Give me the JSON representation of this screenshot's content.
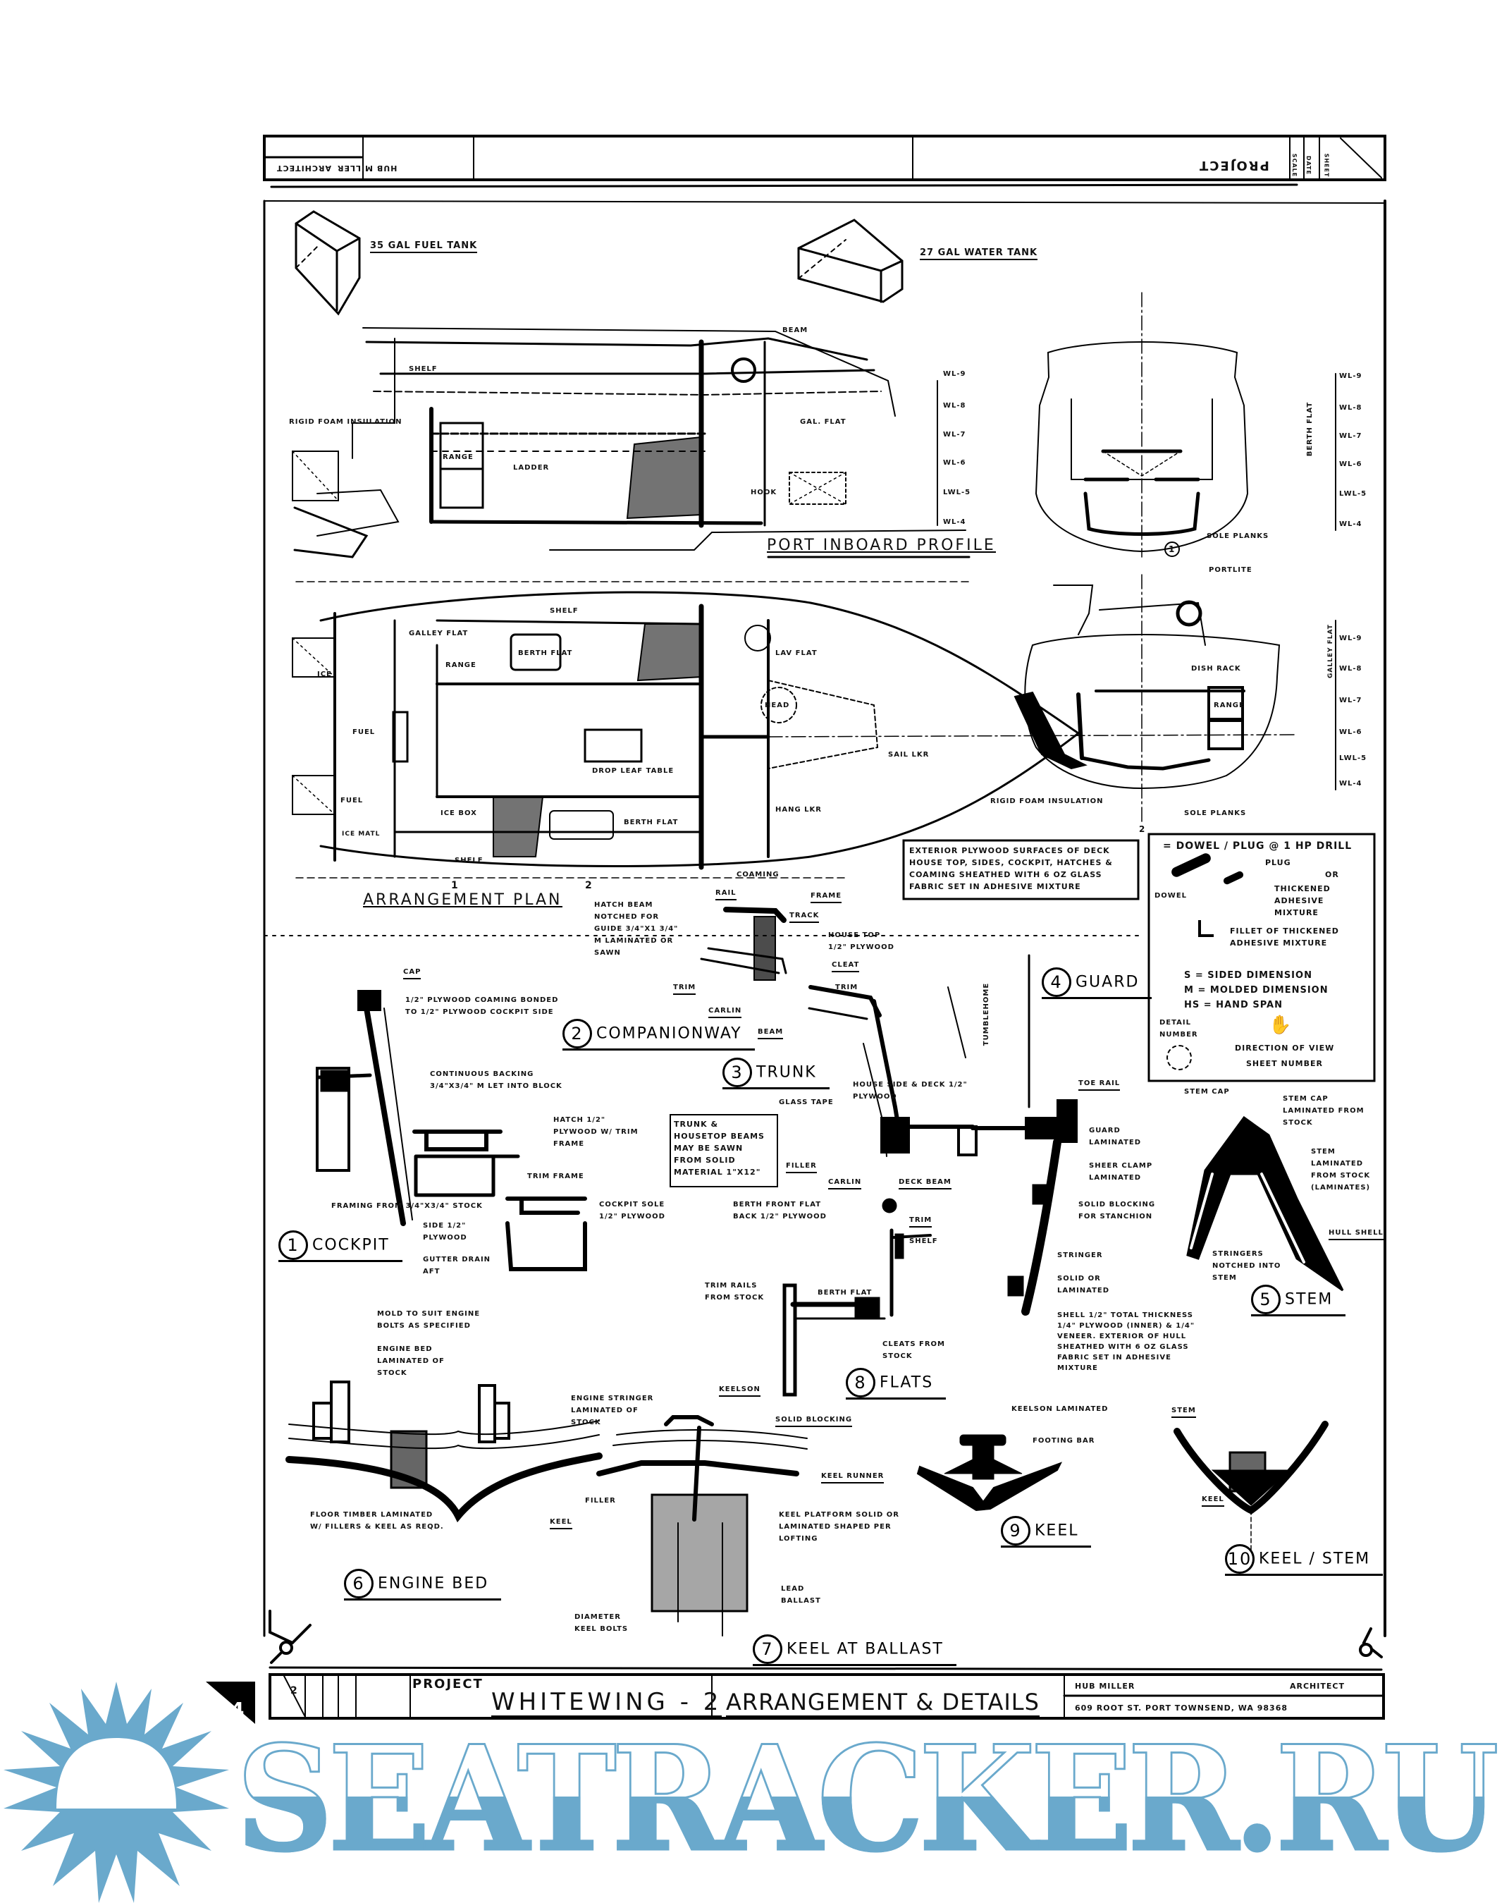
{
  "top_title_block": {
    "architect_label": "ARCHITECT",
    "designer_name": "HUB MILLER",
    "project_label": "PROJECT",
    "scale_label": "SCALE",
    "date_label": "DATE",
    "sheet_label": "SHEET"
  },
  "tanks": {
    "fuel_tank": "35 GAL FUEL TANK",
    "water_tank": "27 GAL WATER TANK"
  },
  "profile": {
    "title": "PORT INBOARD PROFILE",
    "labels": [
      "RIGID FOAM INSULATION",
      "RANGE",
      "LADDER",
      "SHELF",
      "HOOK",
      "GAL. FLAT",
      "BEAM"
    ],
    "waterlines_left": [
      "WL-9",
      "WL-8",
      "WL-7",
      "WL-6",
      "LWL-5",
      "WL-4"
    ],
    "waterlines_right": [
      "WL-9",
      "WL-8",
      "WL-7",
      "WL-6",
      "LWL-5",
      "WL-4"
    ],
    "section_1_note": "SOLE PLANKS",
    "section_1_number": "1",
    "berth_flat_label": "BERTH FLAT",
    "portlight_label": "PORTLITE"
  },
  "plan": {
    "title": "ARRANGEMENT PLAN",
    "labels": [
      "GALLEY FLAT",
      "BERTH FLAT",
      "BERTH FLAT",
      "SHELF",
      "SHELF",
      "RANGE",
      "ICE",
      "FUEL",
      "FUEL",
      "ICE BOX",
      "ICE MATL",
      "DROP LEAF TABLE",
      "SAIL LKR",
      "HANG LKR",
      "LAV FLAT",
      "HEAD"
    ],
    "section_marks": [
      "1",
      "2"
    ],
    "section_2_labels": [
      "RIGID FOAM INSULATION",
      "SOLE PLANKS",
      "RANGE",
      "GALLEY FLAT",
      "DISH RACK"
    ],
    "section_2_number": "2"
  },
  "notes": {
    "exterior_plywood": "EXTERIOR PLYWOOD SURFACES OF DECK HOUSE TOP, SIDES, COCKPIT, HATCHES & COAMING SHEATHED WITH 6 OZ GLASS FABRIC SET IN ADHESIVE MIXTURE",
    "trunk_note": "TRUNK & HOUSETOP BEAMS MAY BE SAWN FROM SOLID MATERIAL 1\"x12\""
  },
  "legend": {
    "dowel": "= DOWEL / PLUG @ 1 HP DRILL",
    "plug": "PLUG",
    "or": "OR",
    "thickened": "THICKENED ADHESIVE MIXTURE",
    "dowel_label": "DOWEL",
    "fillet": "FILLET OF THICKENED ADHESIVE MIXTURE",
    "sided": "S = SIDED DIMENSION",
    "molded": "M = MOLDED DIMENSION",
    "hand_span": "HS = HAND SPAN",
    "detail_number": "DETAIL NUMBER",
    "direction": "DIRECTION OF VIEW",
    "sheet_number": "SHEET NUMBER"
  },
  "details": [
    {
      "number": "1",
      "title": "COCKPIT",
      "labels": [
        "CAP",
        "1/2\" PLYWOOD COAMING BONDED TO 1/2\" PLYWOOD COCKPIT SIDE",
        "CONTINUOUS BACKING 3/4\"x3/4\" M LET INTO BLOCK",
        "HATCH 1/2\" PLYWOOD W/ TRIM FRAME",
        "TRIM FRAME",
        "FRAMING FROM 3/4\"x3/4\" STOCK",
        "SIDE 1/2\" PLYWOOD",
        "COCKPIT SOLE 1/2\" PLYWOOD",
        "GUTTER DRAIN AFT"
      ]
    },
    {
      "number": "2",
      "title": "COMPANIONWAY",
      "labels": [
        "HATCH BEAM NOTCHED FOR GUIDE 3/4\"x1 3/4\" M LAMINATED OR SAWN",
        "RAIL",
        "FRAME",
        "TRACK",
        "TRIM",
        "COAMING",
        "CARLIN"
      ]
    },
    {
      "number": "3",
      "title": "TRUNK",
      "labels": [
        "HOUSE TOP 1/2\" PLYWOOD",
        "CLEAT",
        "TRIM",
        "BEAM",
        "HOUSE SIDE & DECK 1/2\" PLYWOOD",
        "GLASS TAPE",
        "FILLER",
        "CARLIN",
        "DECK BEAM",
        "TRIM",
        "SHELF",
        "BERTH FRONT FLAT BACK 1/2\" PLYWOOD",
        "TUMBLEHOME"
      ]
    },
    {
      "number": "4",
      "title": "GUARD",
      "labels": [
        "TOE RAIL",
        "GUARD LAMINATED",
        "SHEER CLAMP LAMINATED",
        "SOLID BLOCKING FOR STANCHION",
        "STRINGER",
        "SOLID OR LAMINATED",
        "SHELL 1/2\" TOTAL THICKNESS 1/4\" PLYWOOD (INNER) & 1/4\" VENEER. EXTERIOR OF HULL SHEATHED WITH 6 OZ GLASS FABRIC SET IN ADHESIVE MIXTURE"
      ]
    },
    {
      "number": "5",
      "title": "STEM",
      "labels": [
        "STEM CAP",
        "STEM CAP LAMINATED FROM STOCK",
        "STEM LAMINATED FROM STOCK (LAMINATES)",
        "HULL SHELL",
        "STRINGERS NOTCHED INTO STEM"
      ]
    },
    {
      "number": "6",
      "title": "ENGINE BED",
      "labels": [
        "MOLD TO SUIT ENGINE BOLTS AS SPECIFIED",
        "ENGINE BED LAMINATED OF STOCK",
        "FLOOR TIMBER LAMINATED W/ FILLERS & KEEL AS REQD."
      ]
    },
    {
      "number": "7",
      "title": "KEEL AT BALLAST",
      "labels": [
        "ENGINE STRINGER LAMINATED OF STOCK",
        "KEELSON",
        "SOLID BLOCKING",
        "KEEL RUNNER",
        "FILLER",
        "KEEL",
        "KEEL PLATFORM SOLID OR LAMINATED SHAPED PER LOFTING",
        "LEAD BALLAST",
        "DIAMETER KEEL BOLTS"
      ]
    },
    {
      "number": "8",
      "title": "FLATS",
      "labels": [
        "TRIM RAILS FROM STOCK",
        "BERTH FLAT",
        "CLEATS FROM STOCK"
      ]
    },
    {
      "number": "9",
      "title": "KEEL",
      "labels": [
        "KEELSON LAMINATED",
        "FOOTING BAR"
      ]
    },
    {
      "number": "10",
      "title": "KEEL / STEM",
      "labels": [
        "STEM",
        "KEEL"
      ]
    }
  ],
  "bottom_title_block": {
    "project_label": "PROJECT",
    "project_name": "WHITEWING - 2",
    "sheet_title": "ARRANGEMENT & DETAILS",
    "designer_name": "HUB MILLER",
    "architect_label": "ARCHITECT",
    "address": "609 ROOT ST. PORT TOWNSEND, WA 98368",
    "sheet_number": "2"
  },
  "page_tab_number": "4",
  "watermark": {
    "text": "SEATRACKER.RU",
    "color": "#6aa9cc"
  }
}
